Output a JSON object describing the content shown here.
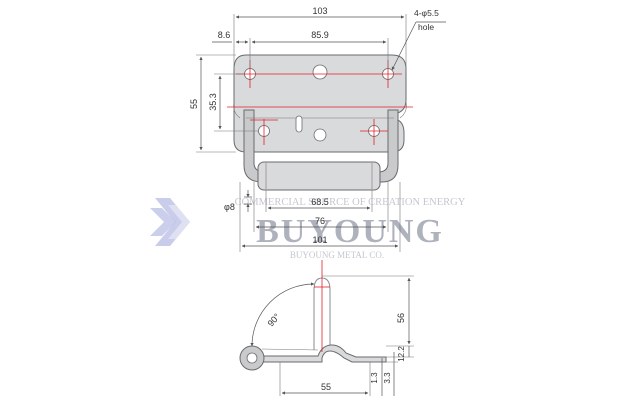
{
  "top_view": {
    "dim_overall_width": "103",
    "dim_inner_offset": "8.6",
    "dim_hole_spacing_horizontal": "85.9",
    "dim_height": "55",
    "dim_hole_spacing_vertical": "35.3",
    "dim_rod_diameter": "φ8",
    "dim_grip_length": "68.5",
    "dim_inner_span": "76",
    "dim_outer_span": "101",
    "hole_callout_line1": "4-φ5.5",
    "hole_callout_line2": "hole"
  },
  "side_view": {
    "dim_rotation_angle": "90°",
    "dim_height": "56",
    "dim_step": "12.2",
    "dim_plate_thickness": "1.3",
    "dim_offset": "3.3",
    "dim_base_length": "55"
  },
  "watermark": {
    "tagline": "COMMERCIAL SOURCE OF CREATION ENERGY",
    "brand": "BUYOUNG",
    "company": "BUYOUNG METAL CO."
  }
}
